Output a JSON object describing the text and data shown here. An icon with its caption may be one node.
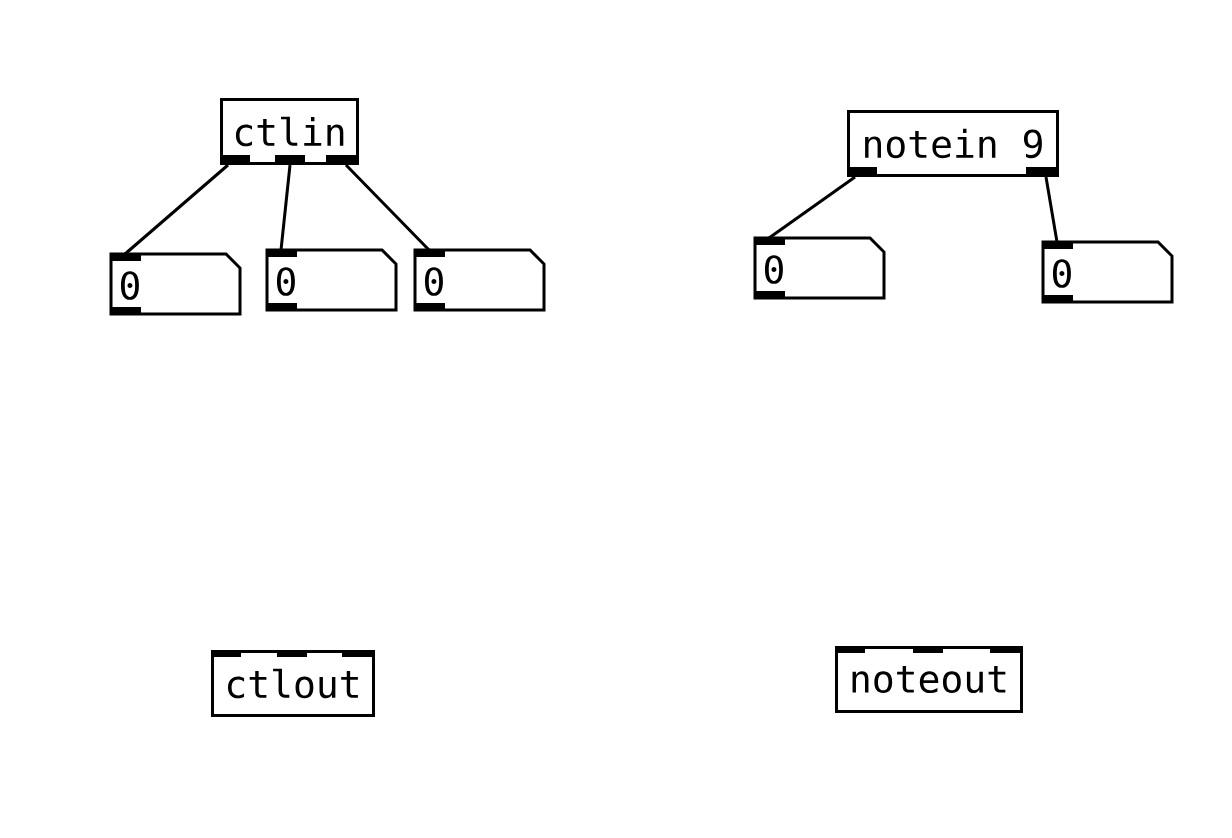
{
  "diagram": {
    "nodes": [
      {
        "text": [
          "ctlin"
        ]
      },
      {
        "text": [
          "0"
        ]
      },
      {
        "text": [
          "0"
        ]
      },
      {
        "text": [
          "0"
        ]
      },
      {
        "text": [
          "notein 9"
        ]
      },
      {
        "text": [
          "0"
        ]
      },
      {
        "text": [
          "0"
        ]
      },
      {
        "text": [
          "ctlout"
        ]
      },
      {
        "text": [
          "noteout"
        ]
      }
    ],
    "edges": [
      {
        "from": 0,
        "to": 1,
        "arrow": "none"
      },
      {
        "from": 0,
        "to": 2,
        "arrow": "none"
      },
      {
        "from": 0,
        "to": 3,
        "arrow": "none"
      },
      {
        "from": 4,
        "to": 5,
        "arrow": "none"
      },
      {
        "from": 4,
        "to": 6,
        "arrow": "none"
      }
    ]
  }
}
